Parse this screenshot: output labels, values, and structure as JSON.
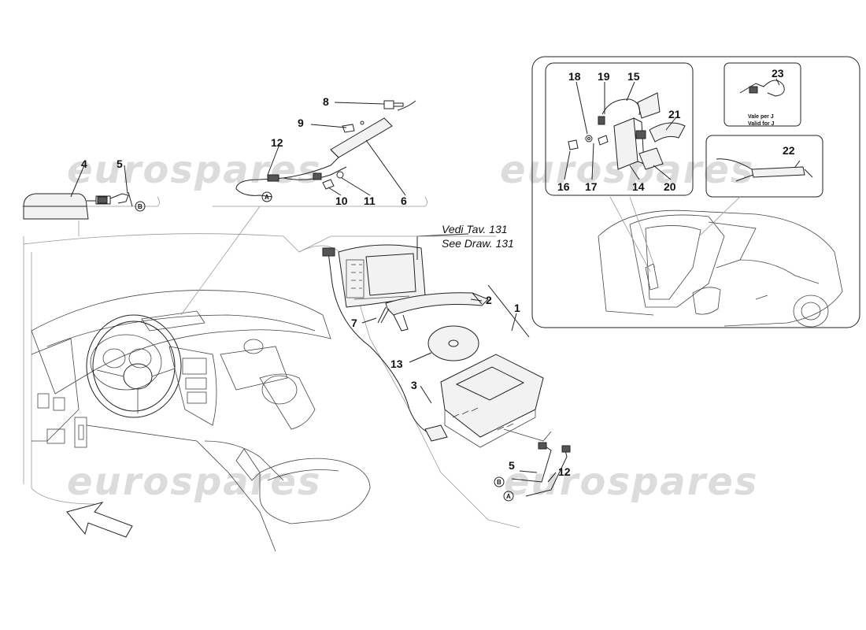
{
  "watermark": "eurospares",
  "reference": {
    "line1": "Vedi Tav. 131",
    "line2": "See Draw. 131"
  },
  "inset_23_note": {
    "line1": "Vale per J",
    "line2": "Valid for J"
  },
  "markers": {
    "a": "A",
    "b": "B"
  },
  "callouts": {
    "c1": "1",
    "c2": "2",
    "c3": "3",
    "c4": "4",
    "c5": "5",
    "c5b": "5",
    "c6": "6",
    "c7": "7",
    "c8": "8",
    "c9": "9",
    "c10": "10",
    "c11": "11",
    "c12": "12",
    "c12b": "12",
    "c13": "13",
    "c14": "14",
    "c15": "15",
    "c16": "16",
    "c17": "17",
    "c18": "18",
    "c19": "19",
    "c20": "20",
    "c21": "21",
    "c22": "22",
    "c23": "23"
  }
}
